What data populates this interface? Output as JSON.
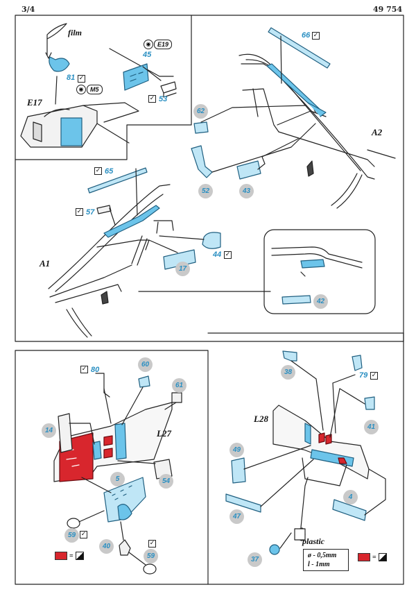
{
  "header": {
    "page": "3/4",
    "code": "49 754"
  },
  "assemblies": {
    "a1": "A1",
    "a2": "A2",
    "e17": "E17",
    "l27": "L27",
    "l28": "L28"
  },
  "notes": {
    "film": "film",
    "plastic": "plastic"
  },
  "references": {
    "e19": "E19",
    "m5": "M5"
  },
  "check_mark": "✓",
  "legend": {
    "equals": "="
  },
  "spec": {
    "diameter": "ø - 0,5mm",
    "length": "l - 1mm"
  },
  "parts": {
    "p81": "81",
    "p45": "45",
    "p53": "53",
    "p66": "66",
    "p62": "62",
    "p52": "52",
    "p43": "43",
    "p65": "65",
    "p57": "57",
    "p17": "17",
    "p44": "44",
    "p42": "42",
    "p80": "80",
    "p60": "60",
    "p61": "61",
    "p14": "14",
    "p5": "5",
    "p54": "54",
    "p59a": "59",
    "p40": "40",
    "p59b": "59",
    "p38": "38",
    "p79": "79",
    "p41": "41",
    "p49": "49",
    "p47": "47",
    "p4": "4",
    "p37": "37"
  },
  "colors": {
    "etch_blue": "#6cc4ea",
    "red_paint": "#d8262d",
    "label_blue": "#2a8fc2",
    "bubble_grey": "#c9c9c9"
  }
}
